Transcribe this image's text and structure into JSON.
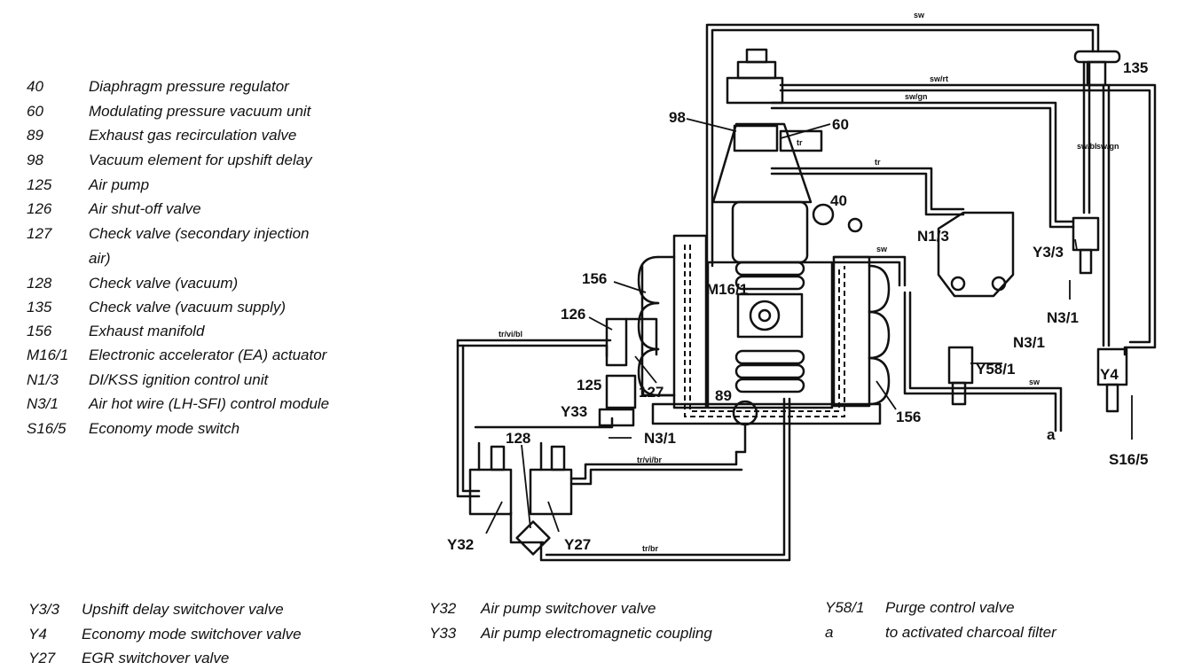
{
  "legend_top": [
    {
      "code": "40",
      "desc": "Diaphragm pressure regulator"
    },
    {
      "code": "60",
      "desc": "Modulating pressure vacuum unit"
    },
    {
      "code": "89",
      "desc": "Exhaust gas recirculation valve"
    },
    {
      "code": "98",
      "desc": "Vacuum element for upshift delay"
    },
    {
      "code": "125",
      "desc": "Air pump"
    },
    {
      "code": "126",
      "desc": "Air shut-off valve"
    },
    {
      "code": "127",
      "desc": "Check valve (secondary injection"
    },
    {
      "code": "",
      "desc": "air)"
    },
    {
      "code": "128",
      "desc": "Check valve (vacuum)"
    },
    {
      "code": "135",
      "desc": "Check valve (vacuum supply)"
    },
    {
      "code": "156",
      "desc": "Exhaust manifold"
    },
    {
      "code": "M16/1",
      "desc": "Electronic accelerator (EA) actuator"
    },
    {
      "code": "N1/3",
      "desc": "DI/KSS ignition control unit"
    },
    {
      "code": "N3/1",
      "desc": "Air hot wire (LH-SFI) control module"
    },
    {
      "code": "S16/5",
      "desc": "Economy mode switch"
    }
  ],
  "legend_bottom": [
    {
      "code": "Y3/3",
      "desc": "Upshift delay switchover valve"
    },
    {
      "code": "Y4",
      "desc": "Economy mode switchover valve"
    },
    {
      "code": "Y27",
      "desc": "EGR switchover valve"
    },
    {
      "code": "Y32",
      "desc": "Air pump switchover valve"
    },
    {
      "code": "Y33",
      "desc": "Air pump electromagnetic coupling"
    },
    {
      "code": "Y58/1",
      "desc": "Purge control valve"
    },
    {
      "code": "a",
      "desc": "to activated charcoal filter"
    }
  ],
  "diagram_labels": {
    "l135": "135",
    "l98": "98",
    "l60": "60",
    "l40": "40",
    "l156a": "156",
    "l156b": "156",
    "lN13": "N1/3",
    "lY33v": "Y3/3",
    "lN31a": "N3/1",
    "lN31b": "N3/1",
    "lN31c": "N3/1",
    "lM161": "M16/1",
    "l126": "126",
    "l125": "125",
    "l127": "127",
    "lY33": "Y33",
    "l89": "89",
    "lY581": "Y58/1",
    "lY4": "Y4",
    "lS165": "S16/5",
    "l128": "128",
    "lY32": "Y32",
    "lY27": "Y27",
    "la": "a"
  },
  "hose_colors": {
    "h1": "sw",
    "h2": "sw/rt",
    "h3": "sw/gn",
    "h4": "sw/bl",
    "h5": "sw/gn",
    "h6": "tr",
    "h7": "tr",
    "h8": "sw",
    "h9": "tr/vi/bl",
    "h10": "tr/vi/br",
    "h11": "sw",
    "h12": "tr/br"
  }
}
